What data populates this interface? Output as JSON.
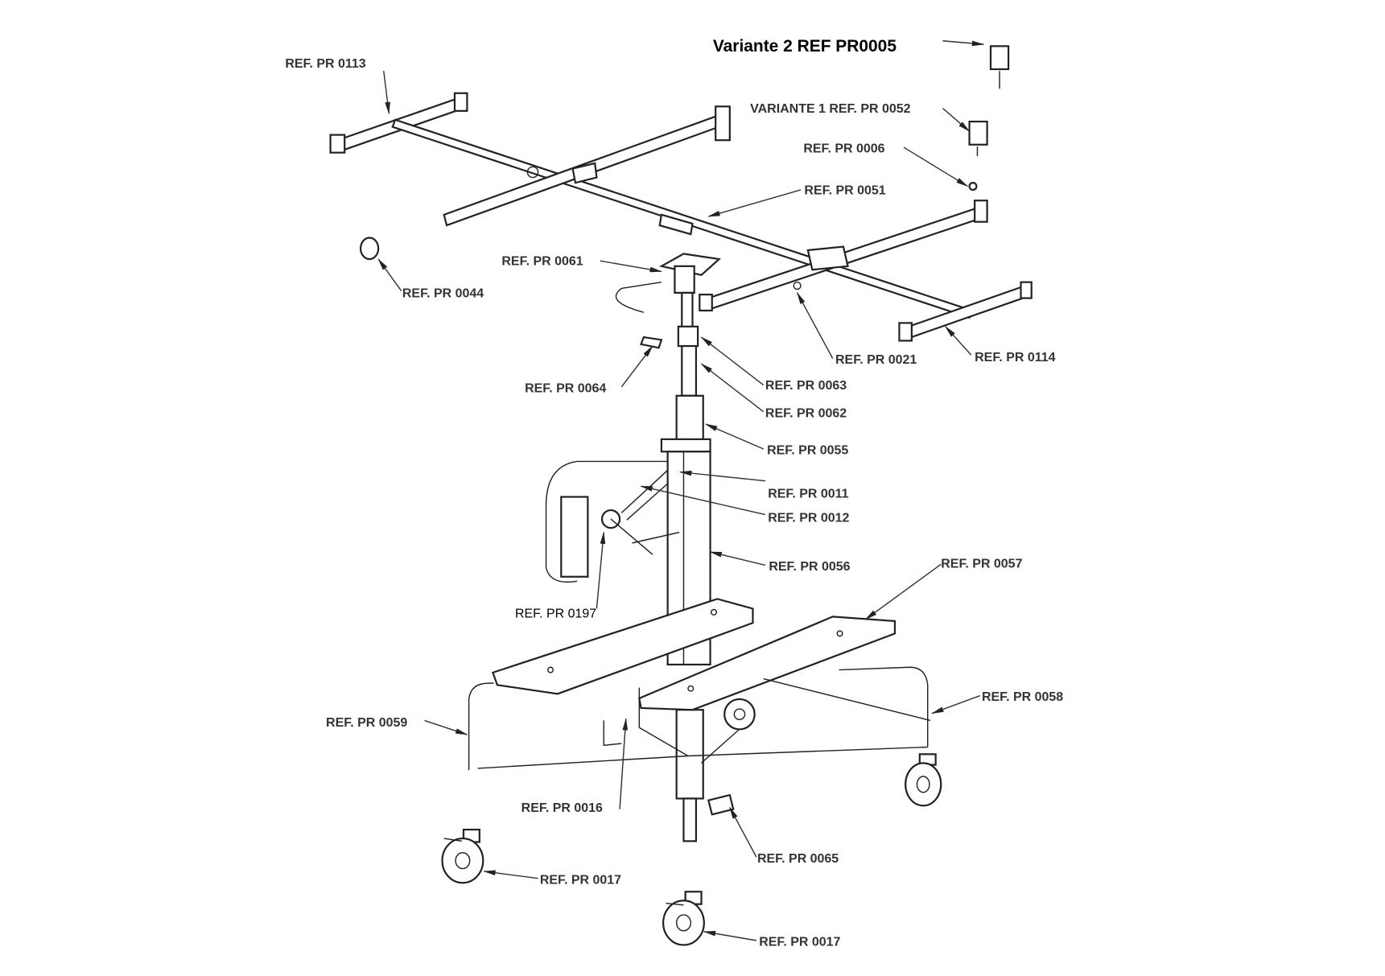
{
  "title": "Variante 2 REF PR0005",
  "labels": {
    "pr0113": "REF. PR 0113",
    "pr0052": "VARIANTE 1 REF. PR 0052",
    "pr0006": "REF. PR 0006",
    "pr0051": "REF. PR 0051",
    "pr0061": "REF. PR 0061",
    "pr0044": "REF. PR 0044",
    "pr0021": "REF. PR 0021",
    "pr0114": "REF. PR 0114",
    "pr0063": "REF. PR 0063",
    "pr0064": "REF. PR 0064",
    "pr0062": "REF. PR 0062",
    "pr0055": "REF. PR 0055",
    "pr0011": "REF. PR 0011",
    "pr0012": "REF. PR 0012",
    "pr0056": "REF. PR 0056",
    "pr0057": "REF. PR 0057",
    "pr0197": "REF. PR 0197",
    "pr0058": "REF. PR 0058",
    "pr0059": "REF. PR 0059",
    "pr0016": "REF. PR 0016",
    "pr0065": "REF. PR 0065",
    "pr0017a": "REF. PR 0017",
    "pr0017b": "REF. PR 0017"
  }
}
